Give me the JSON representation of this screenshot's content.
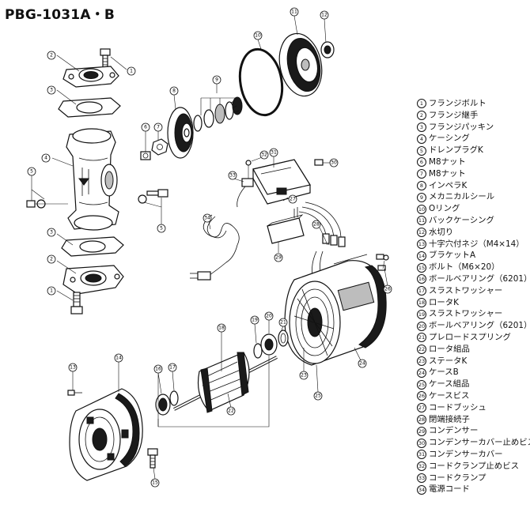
{
  "title": "PBG-1031A・B",
  "parts": [
    {
      "no": "1",
      "name": "フランジボルト"
    },
    {
      "no": "2",
      "name": "フランジ継手"
    },
    {
      "no": "3",
      "name": "フランジパッキン"
    },
    {
      "no": "4",
      "name": "ケーシング"
    },
    {
      "no": "5",
      "name": "ドレンプラグK"
    },
    {
      "no": "6",
      "name": "M8ナット"
    },
    {
      "no": "7",
      "name": "M8ナット"
    },
    {
      "no": "8",
      "name": "インペラK"
    },
    {
      "no": "9",
      "name": "メカニカルシール"
    },
    {
      "no": "10",
      "name": "Oリング"
    },
    {
      "no": "11",
      "name": "バックケーシング"
    },
    {
      "no": "12",
      "name": "水切り"
    },
    {
      "no": "13",
      "name": "十字穴付ネジ（M4×14）"
    },
    {
      "no": "14",
      "name": "ブラケットA"
    },
    {
      "no": "15",
      "name": "ボルト（M6×20）"
    },
    {
      "no": "16",
      "name": "ボールベアリング（6201）"
    },
    {
      "no": "17",
      "name": "スラストワッシャー"
    },
    {
      "no": "18",
      "name": "ロータK"
    },
    {
      "no": "19",
      "name": "スラストワッシャー"
    },
    {
      "no": "20",
      "name": "ボールベアリング（6201）"
    },
    {
      "no": "21",
      "name": "プレロードスプリング"
    },
    {
      "no": "22",
      "name": "ロータ組品"
    },
    {
      "no": "23",
      "name": "ステータK"
    },
    {
      "no": "24",
      "name": "ケースB"
    },
    {
      "no": "25",
      "name": "ケース組品"
    },
    {
      "no": "26",
      "name": "ケースビス"
    },
    {
      "no": "27",
      "name": "コードブッシュ"
    },
    {
      "no": "28",
      "name": "閉端接続子"
    },
    {
      "no": "29",
      "name": "コンデンサー"
    },
    {
      "no": "30",
      "name": "コンデンサーカバー止めビス"
    },
    {
      "no": "31",
      "name": "コンデンサーカバー"
    },
    {
      "no": "32",
      "name": "コードクランプ止めビス"
    },
    {
      "no": "33",
      "name": "コードクランプ"
    },
    {
      "no": "34",
      "name": "電源コード"
    }
  ]
}
